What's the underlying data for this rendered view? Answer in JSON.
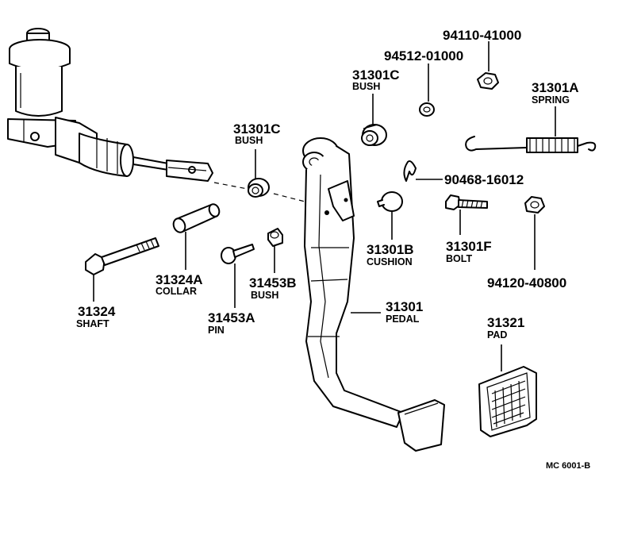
{
  "labels": {
    "pn_94110": "94110-41000",
    "pn_94512": "94512-01000",
    "pn_31301c_top": "31301C",
    "nm_bush_top": "BUSH",
    "pn_31301a": "31301A",
    "nm_spring": "SPRING",
    "pn_31301c_left": "31301C",
    "nm_bush_left": "BUSH",
    "pn_90468": "90468-16012",
    "pn_31324a": "31324A",
    "nm_collar": "COLLAR",
    "pn_31301b": "31301B",
    "nm_cushion": "CUSHION",
    "pn_31301f": "31301F",
    "nm_bolt": "BOLT",
    "pn_94120": "94120-40800",
    "pn_31453b": "31453B",
    "nm_bush_31453b": "BUSH",
    "pn_31324": "31324",
    "nm_shaft": "SHAFT",
    "pn_31453a": "31453A",
    "nm_pin": "PIN",
    "pn_31301": "31301",
    "nm_pedal": "PEDAL",
    "pn_31321": "31321",
    "nm_pad": "PAD",
    "ref_code": "MC 6001-B"
  }
}
